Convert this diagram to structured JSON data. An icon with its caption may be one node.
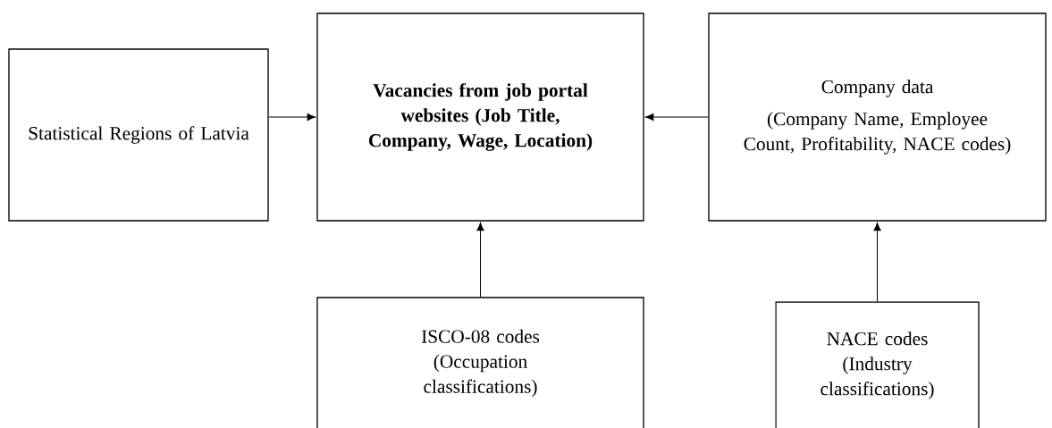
{
  "diagram": {
    "nodes": [
      {
        "text": [
          "Statistical Regions of Latvia"
        ]
      },
      {
        "text": [
          "Vacancies from job portal websites (Job Title, Company, Wage, Location)"
        ]
      },
      {
        "text": [
          "Company data",
          "(Company Name, Employee Count, Profitability, NACE codes)"
        ]
      },
      {
        "text": [
          "ISCO-08 codes (Occupation classifications)"
        ]
      },
      {
        "text": [
          "NACE codes (Industry classifications)"
        ]
      }
    ],
    "edges": [
      {
        "from": 0,
        "to": 1,
        "arrow": "to"
      },
      {
        "from": 2,
        "to": 1,
        "arrow": "to"
      },
      {
        "from": 3,
        "to": 1,
        "arrow": "to"
      },
      {
        "from": 4,
        "to": 2,
        "arrow": "to"
      }
    ]
  }
}
